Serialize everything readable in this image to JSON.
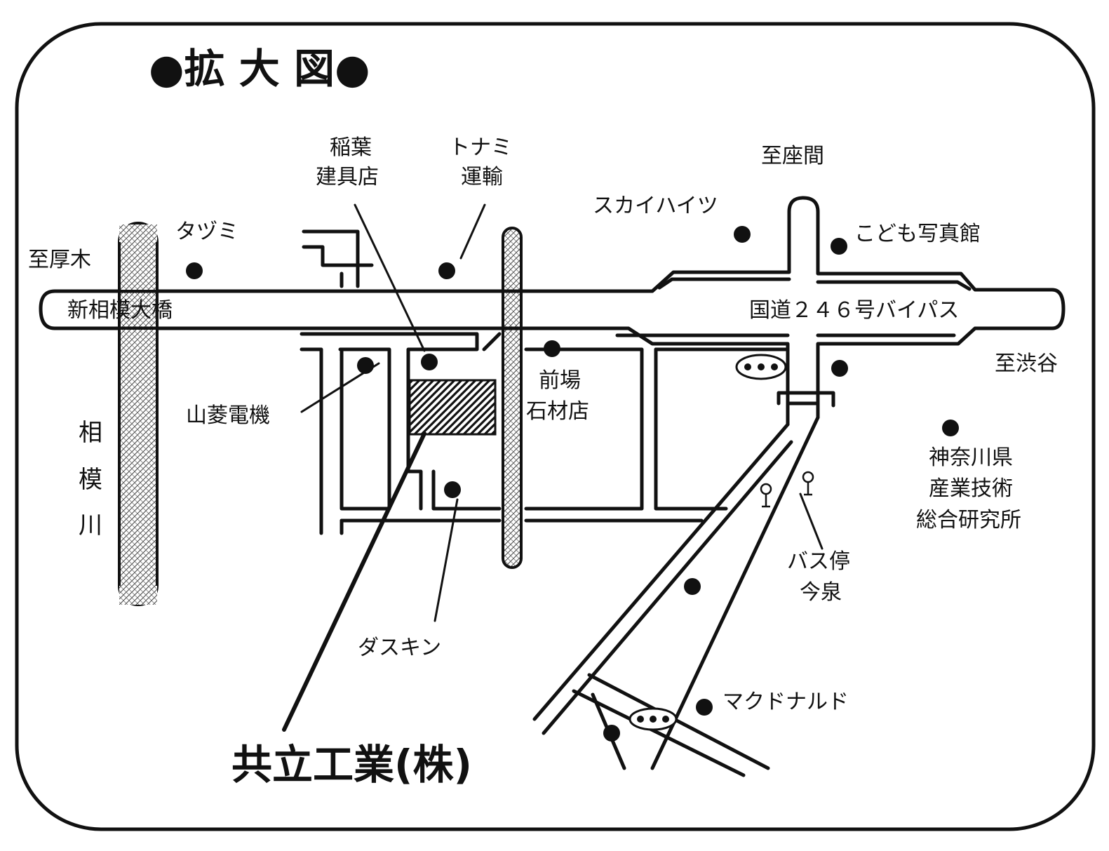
{
  "title": "●拡 大 図●",
  "company": "共立工業(株)",
  "directions": {
    "atsugi": "至厚木",
    "zama": "至座間",
    "shibuya": "至渋谷"
  },
  "roads": {
    "bridge": "新相模大橋",
    "route246": "国道２４６号バイパス"
  },
  "river": [
    "相",
    "模",
    "川"
  ],
  "landmarks": {
    "tatsumi": "タヅミ",
    "inaba": [
      "稲葉",
      "建具店"
    ],
    "tonami": [
      "トナミ",
      "運輸"
    ],
    "sky_heights": "スカイハイツ",
    "kodomo": "こども写真館",
    "sanryo": "山菱電機",
    "maeba": [
      "前場",
      "石材店"
    ],
    "kanagawa": [
      "神奈川県",
      "産業技術",
      "総合研究所"
    ],
    "bus_stop": [
      "バス停",
      "今泉"
    ],
    "duskin": "ダスキン",
    "mcdonalds": "マクドナルド"
  },
  "colors": {
    "ink": "#111111",
    "paper": "#ffffff",
    "river_fill": "#d8d8d8"
  }
}
